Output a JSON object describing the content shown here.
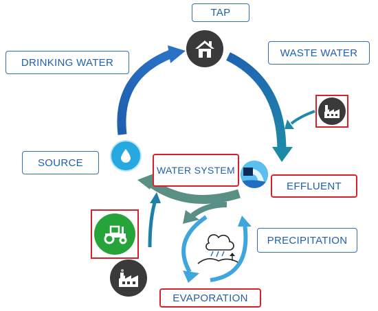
{
  "labels": {
    "tap": "TAP",
    "drinking_water": "DRINKING WATER",
    "waste_water": "WASTE WATER",
    "source": "SOURCE",
    "water_system": "WATER SYSTEM",
    "effluent": "EFFLUENT",
    "precipitation": "PRECIPITATION",
    "evaporation": "EVAPORATION"
  },
  "icons": {
    "tap": "house-icon",
    "waste_factory": "factory-icon",
    "source": "water-drop-icon",
    "effluent": "water-outflow-icon",
    "agriculture": "tractor-icon",
    "industry": "factory-icon",
    "weather": "rain-cloud-icon"
  },
  "colors": {
    "label_text": "#1f5fae",
    "label_border": "#2f6fb8",
    "highlight_border": "#d8202a",
    "cycle_dark_blue": "#1f5fae",
    "cycle_teal": "#1e7fa8",
    "return_arrow": "#5a8f86",
    "natural_cycle": "#3ea6dc",
    "node_dark": "#3a3a3a",
    "node_green": "#25a43a",
    "node_light_blue": "#28a8e0"
  }
}
